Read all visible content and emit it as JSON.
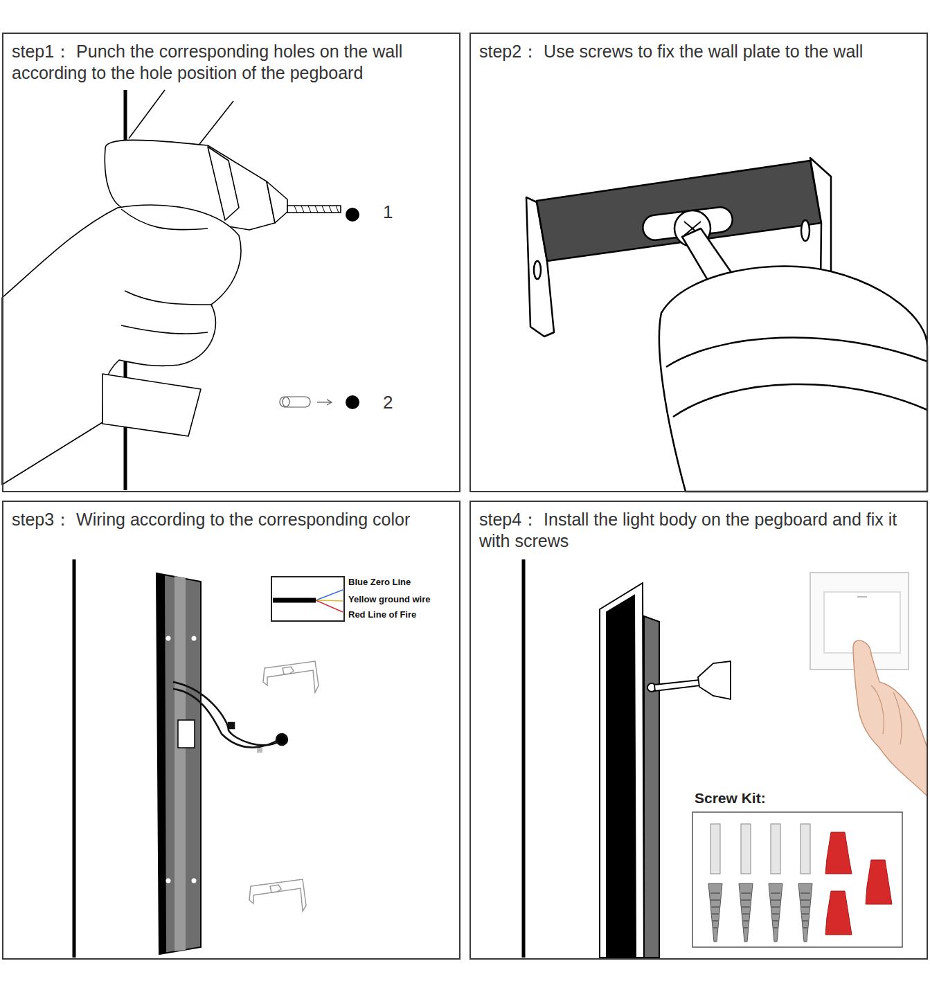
{
  "diagram": {
    "nodes": [
      {
        "text": [
          "step1： Punch the corresponding holes on the wall according to the hole position of the pegboard"
        ]
      },
      {
        "text": [
          "step2： Use screws to fix the wall plate to the wall"
        ]
      },
      {
        "text": [
          "step3： Wiring according to the corresponding color"
        ]
      },
      {
        "text": [
          "step4： Install the light body on the pegboard and fix it with screws"
        ]
      }
    ],
    "labels": [
      "1",
      "2",
      "Blue Zero Line",
      "Yellow ground wire",
      "Red Line of Fire",
      "Screw Kit:"
    ]
  }
}
